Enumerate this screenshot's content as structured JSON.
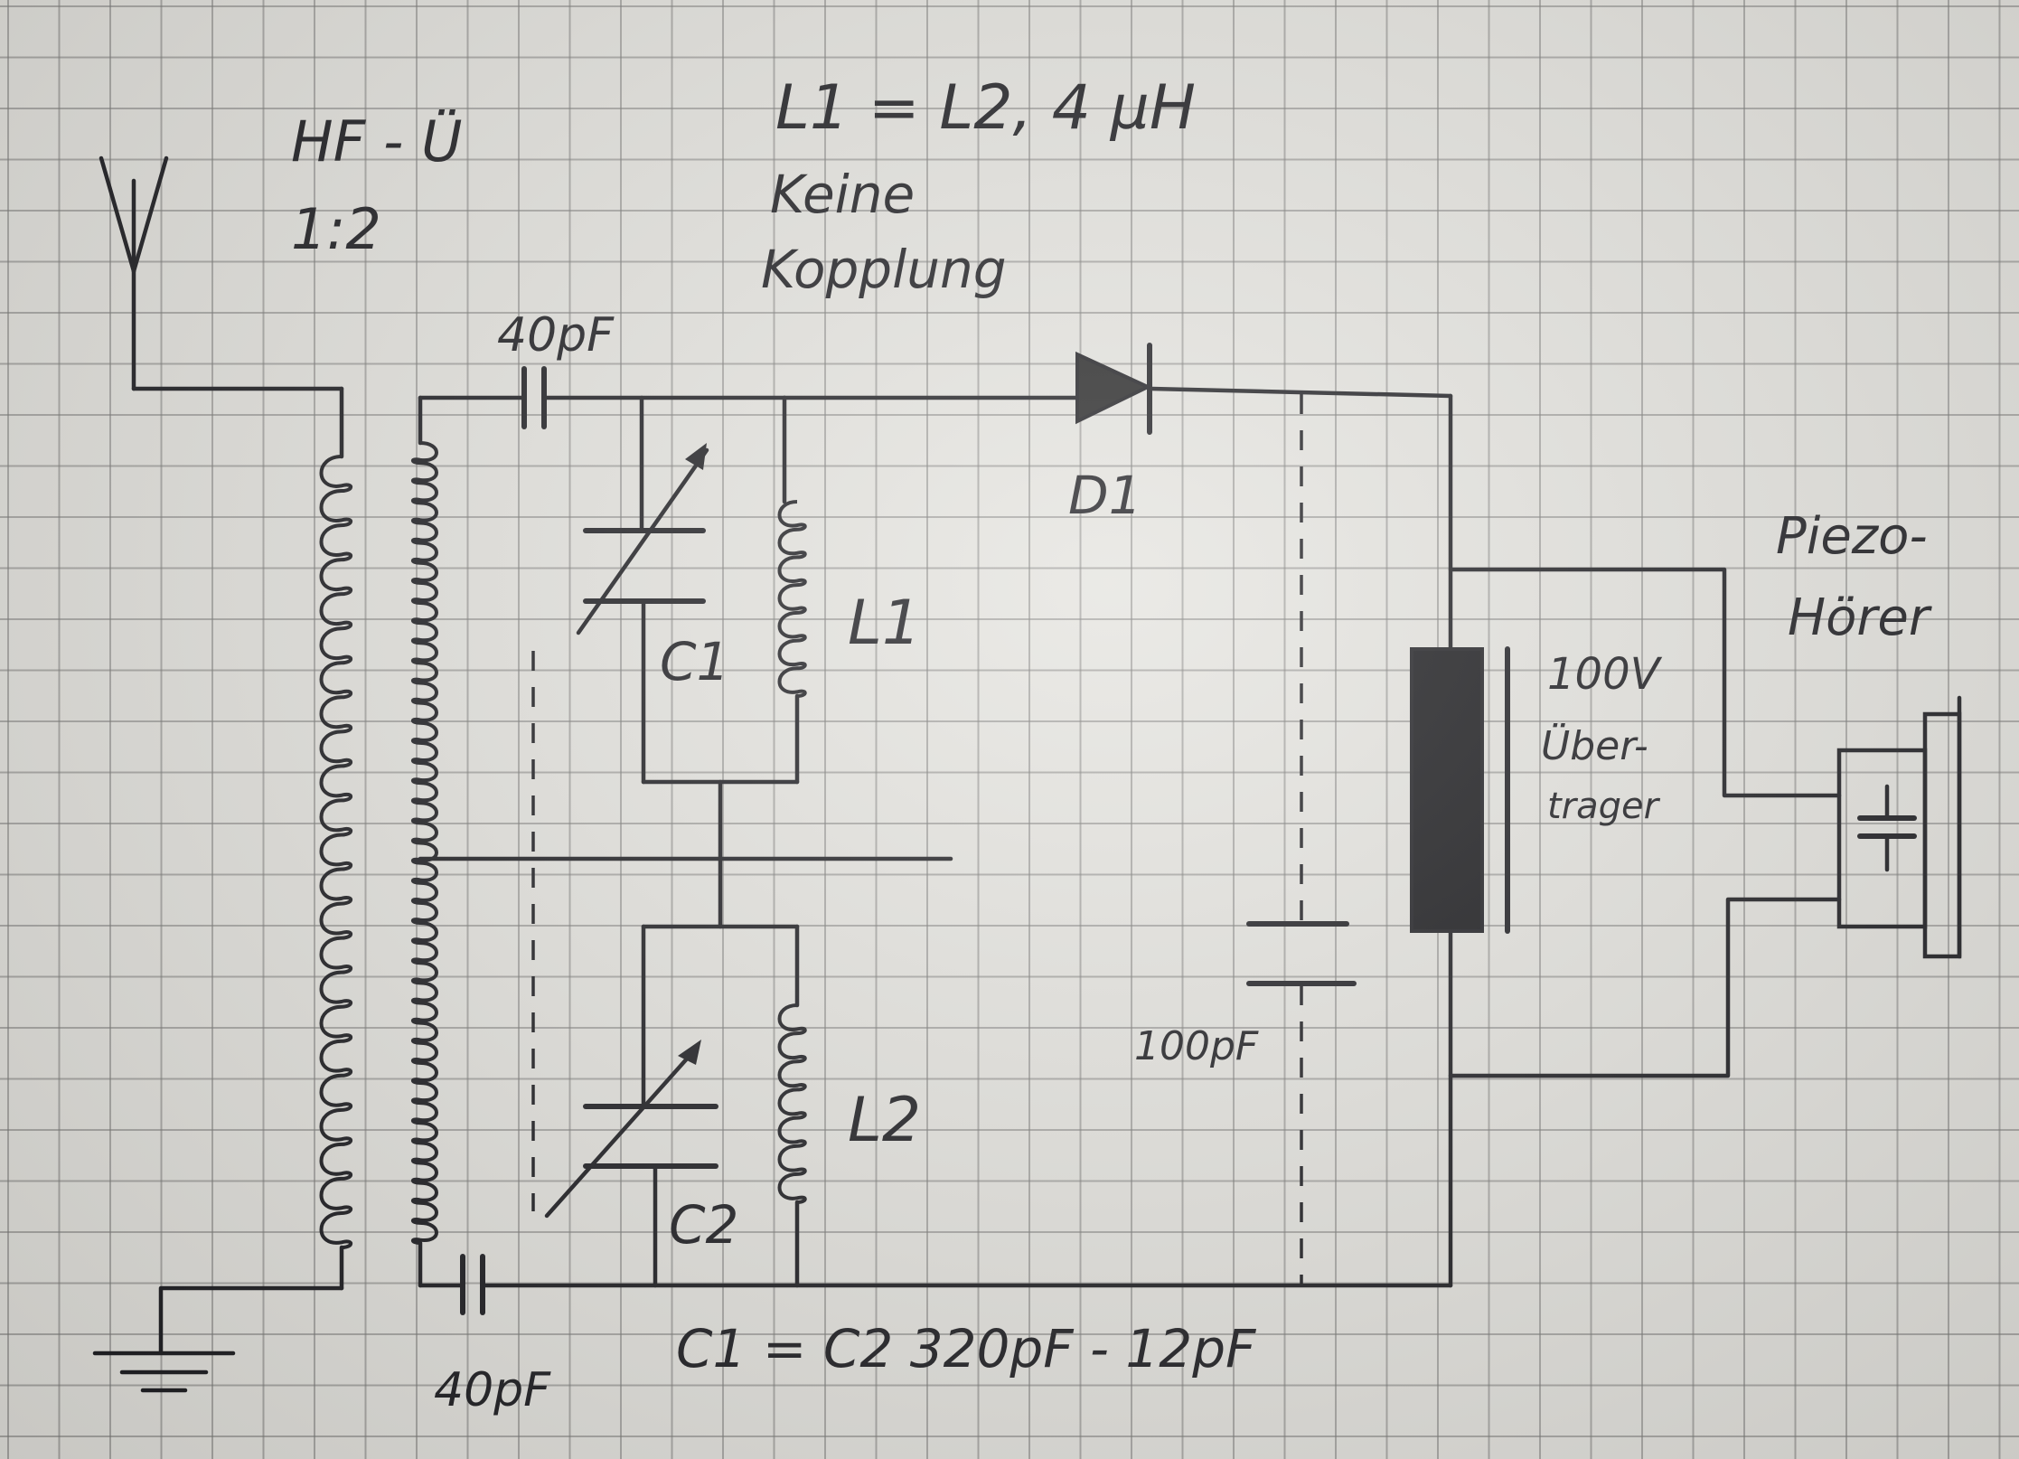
{
  "sheet": {
    "background": "#e4e3de",
    "ink": "#1b1b1f"
  },
  "labels": {
    "transformer_name": "HF - Ü",
    "transformer_ratio": "1:2",
    "inductance_spec": "L1 = L2, 4 µH",
    "coupling_note_line1": "Keine",
    "coupling_note_line2": "Kopplung",
    "cap_top": "40pF",
    "cap_bottom": "40pF",
    "diode": "D1",
    "l1": "L1",
    "l2": "L2",
    "c1": "C1",
    "c2": "C2",
    "cap_100": "100pF",
    "transformer_100v_line1": "100V",
    "transformer_100v_line2": "Über-",
    "transformer_100v_line3": "trager",
    "piezo_line1": "Piezo-",
    "piezo_line2": "Hörer",
    "cap_spec": "C1 = C2 320pF - 12pF"
  },
  "icons": {
    "antenna": "antenna-icon",
    "ground": "ground-icon",
    "diode": "diode-icon",
    "piezo": "piezo-earphone-icon"
  }
}
